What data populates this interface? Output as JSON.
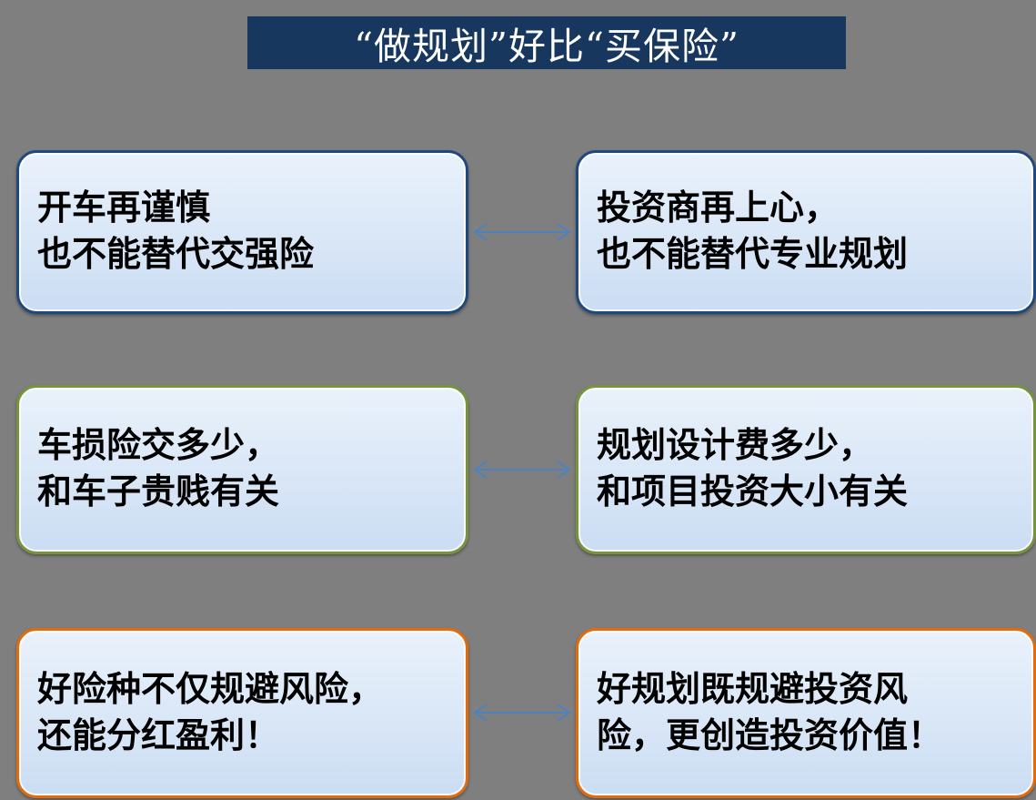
{
  "title": {
    "text": "“做规划”好比“买保险”"
  },
  "colors": {
    "background": "#7f7f7f",
    "title_bg": "#17375E",
    "title_text": "#FFFFFF",
    "box_fill_top": "#EAF2FB",
    "box_fill_bottom": "#CBDDF3",
    "box_text": "#000000",
    "arrow": "#4F81BD",
    "row1_border": "#1F497D",
    "row2_border": "#77933C",
    "row3_border": "#E36C0A"
  },
  "rows": [
    {
      "left": "开车再谨慎\n也不能替代交强险",
      "right": "投资商再上心，\n也不能替代专业规划"
    },
    {
      "left": "车损险交多少，\n和车子贵贱有关",
      "right": "规划设计费多少，\n和项目投资大小有关"
    },
    {
      "left": "好险种不仅规避风险，\n还能分红盈利！",
      "right": "好规划既规避投资风\n险，更创造投资价值！"
    }
  ]
}
